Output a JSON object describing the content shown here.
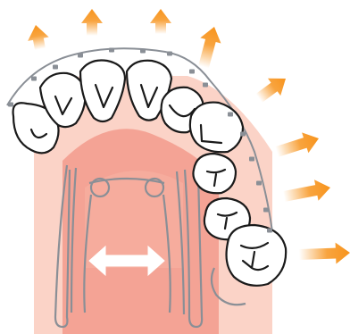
{
  "diagram": {
    "subject": "palatal-expander-appliance",
    "colors": {
      "palate_outer": "#f7b8a8",
      "palate_inner": "#f39c8e",
      "gum_light": "#fde0d6",
      "tooth_fill": "#ffffff",
      "tooth_stroke": "#1a1a1a",
      "wire": "#8a8f96",
      "arrow_orange": "#f7941d",
      "expand_arrow": "#ffffff"
    },
    "icons": {
      "expansion_arrow": "double-headed-arrow",
      "force_arrows": "orange-outward-arrows"
    }
  }
}
